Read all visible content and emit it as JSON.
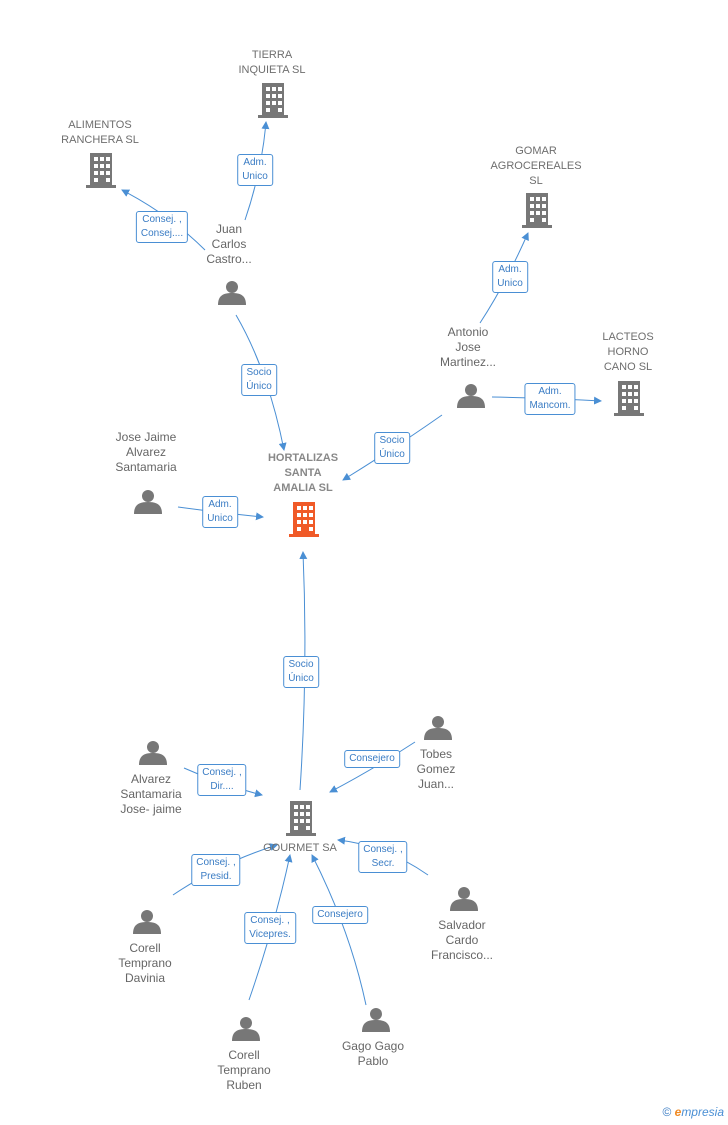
{
  "colors": {
    "line": "#4a8fd4",
    "building": "#777777",
    "building_main": "#f05a28",
    "person": "#777777"
  },
  "companies": {
    "main": "HORTALIZAS\nSANTA\nAMALIA  SL",
    "tierra": "TIERRA\nINQUIETA  SL",
    "alimentos": "ALIMENTOS\nRANCHERA  SL",
    "gomar": "GOMAR\nAGROCEREALES\nSL",
    "lacteos": "LACTEOS\nHORNO\nCANO  SL",
    "gourmet": "GOURMET SA"
  },
  "people": {
    "juan": "Juan\nCarlos\nCastro...",
    "antonio": "Antonio\nJose\nMartinez...",
    "josejaime": "Jose Jaime\nAlvarez\nSantamaria",
    "alvarez": "Alvarez\nSantamaria\nJose- jaime",
    "tobes": "Tobes\nGomez\nJuan...",
    "salvador": "Salvador\nCardo\nFrancisco...",
    "davinia": "Corell\nTemprano\nDavinia",
    "ruben": "Corell\nTemprano\nRuben",
    "gago": "Gago Gago\nPablo"
  },
  "relations": {
    "juan_tierra": "Adm.\nUnico",
    "juan_alimentos": "Consej. ,\nConsej....",
    "juan_main": "Socio\nÚnico",
    "antonio_gomar": "Adm.\nUnico",
    "antonio_lacteos": "Adm.\nMancom.",
    "antonio_main": "Socio\nÚnico",
    "josejaime_main": "Adm.\nUnico",
    "gourmet_main": "Socio\nÚnico",
    "alvarez_gourmet": "Consej. ,\nDir....",
    "tobes_gourmet": "Consejero",
    "salvador_gourmet": "Consej. ,\nSecr.",
    "davinia_gourmet": "Consej. ,\nPresid.",
    "ruben_gourmet": "Consej. ,\nVicepres.",
    "gago_gourmet": "Consejero"
  },
  "footer": {
    "copyright": "©",
    "brand_initial": "e",
    "brand_rest": "mpresia"
  }
}
